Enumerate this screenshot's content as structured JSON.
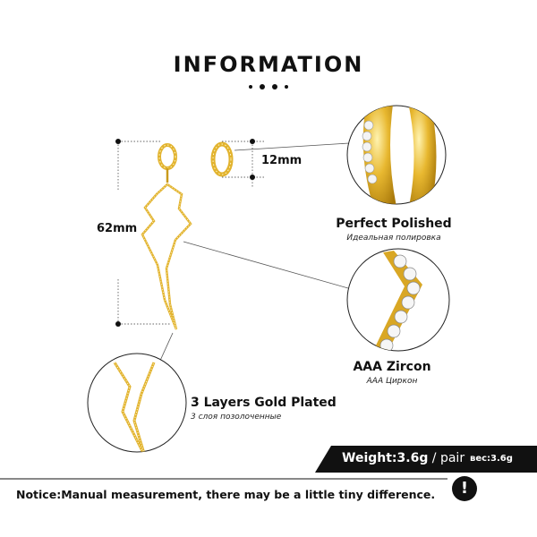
{
  "header": {
    "title": "INFORMATION"
  },
  "measurements": {
    "hoop_size": "12mm",
    "total_length": "62mm"
  },
  "features": {
    "polished": {
      "title": "Perfect  Polished",
      "subtitle": "Идеальная полировка"
    },
    "zircon": {
      "title": "AAA  Zircon",
      "subtitle": "AAA Циркон"
    },
    "gold": {
      "title": "3 Layers  Gold  Plated",
      "subtitle": "3 слоя позолоченные"
    }
  },
  "weight": {
    "label": "Weight:3.6g",
    "unit": " / pair",
    "label_ru": "вес:3.6g"
  },
  "notice": {
    "text": "Notice:Manual measurement, there may be a little tiny difference.",
    "alert_symbol": "!"
  },
  "colors": {
    "gold": "#e2b32e",
    "gold_dark": "#b8860b",
    "black": "#111111",
    "white": "#ffffff"
  },
  "icons": {
    "alert": "exclamation-icon"
  }
}
